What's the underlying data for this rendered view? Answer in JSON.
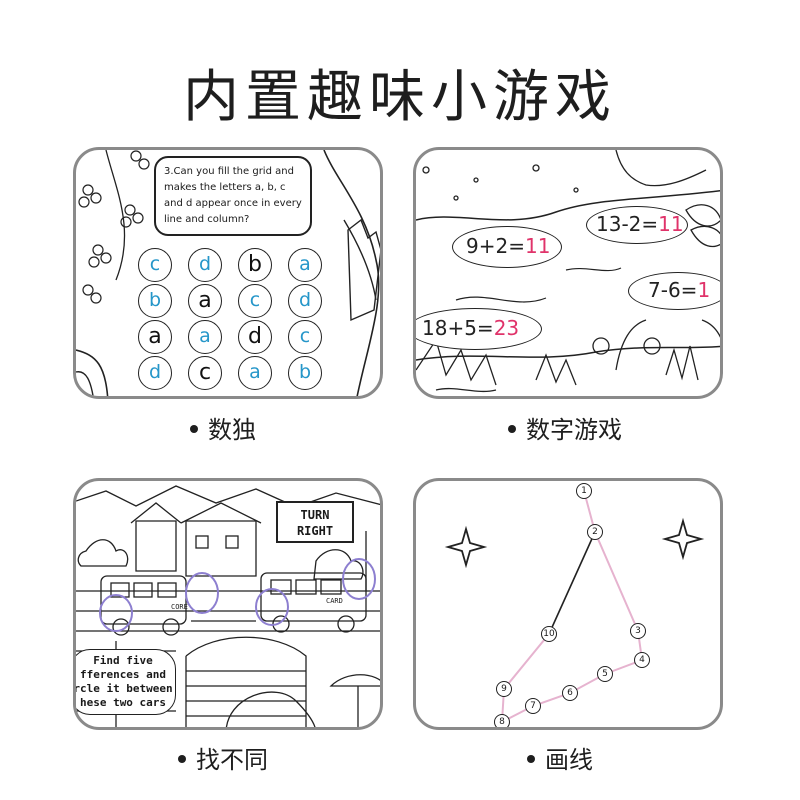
{
  "title": "内置趣味小游戏",
  "panels": {
    "sudoku": {
      "caption": "数独",
      "instruction": "3.Can you fill the grid and makes the letters a, b, c and d appear once in every line and column?",
      "grid": [
        [
          {
            "t": "c",
            "k": "blue"
          },
          {
            "t": "d",
            "k": "blue"
          },
          {
            "t": "b",
            "k": "black"
          },
          {
            "t": "a",
            "k": "blue"
          }
        ],
        [
          {
            "t": "b",
            "k": "blue"
          },
          {
            "t": "a",
            "k": "black"
          },
          {
            "t": "c",
            "k": "blue"
          },
          {
            "t": "d",
            "k": "blue"
          }
        ],
        [
          {
            "t": "a",
            "k": "black"
          },
          {
            "t": "a",
            "k": "blue"
          },
          {
            "t": "d",
            "k": "black"
          },
          {
            "t": "c",
            "k": "blue"
          }
        ],
        [
          {
            "t": "d",
            "k": "blue"
          },
          {
            "t": "c",
            "k": "black"
          },
          {
            "t": "a",
            "k": "blue"
          },
          {
            "t": "b",
            "k": "blue"
          }
        ]
      ]
    },
    "math": {
      "caption": "数字游戏",
      "equations": [
        {
          "q": "9+2=",
          "a": "11"
        },
        {
          "q": "13-2=",
          "a": "11"
        },
        {
          "q": "7-6=",
          "a": "1"
        },
        {
          "q": "18+5=",
          "a": "23"
        }
      ]
    },
    "difference": {
      "caption": "找不同",
      "sign": [
        "TURN",
        "RIGHT"
      ],
      "text": [
        "Find five",
        "fferences and",
        "rcle it between",
        "hese two cars"
      ],
      "car_labels": [
        "CORE",
        "CARD"
      ]
    },
    "connect": {
      "caption": "画线",
      "dots": [
        "1",
        "2",
        "3",
        "4",
        "5",
        "6",
        "7",
        "8",
        "9",
        "10"
      ]
    }
  },
  "colors": {
    "blue": "#2596c9",
    "pink": "#e0336a",
    "purple": "#8d7fd0",
    "line_pink": "#e6b3cf",
    "border": "#8a8a8a"
  }
}
